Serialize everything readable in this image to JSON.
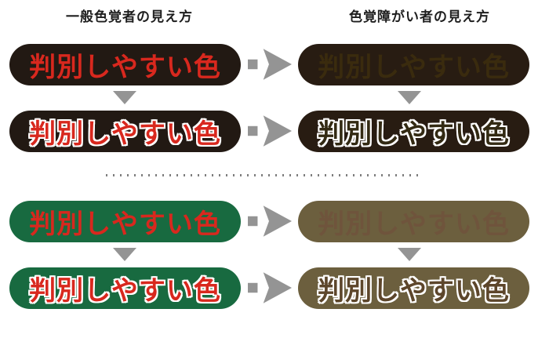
{
  "headers": {
    "general": "一般色覚者の見え方",
    "cvd": "色覚障がい者の見え方"
  },
  "badge_label": "判別しやすい色",
  "palette": {
    "dark_pill": "#221913",
    "green_pill": "#186a40",
    "olive_pill": "#6c5f3e",
    "red_text": "#d8281e",
    "outline": "#ffffff",
    "arrow": "#949494",
    "divider_dots": "#7e7e7e",
    "header_text": "#1e1e1e"
  },
  "rows": [
    {
      "name": "red-on-black-plain",
      "left": {
        "label": "判別しやすい色",
        "bg": "#221913",
        "text": "#d8281e",
        "outlined": false
      },
      "right": {
        "label": "判別しやすい色",
        "bg": "#281c12",
        "text": "#3a2b0e",
        "outlined": false
      }
    },
    {
      "name": "red-on-black-outlined",
      "left": {
        "label": "判別しやすい色",
        "bg": "#221913",
        "text": "#d8281e",
        "outlined": true
      },
      "right": {
        "label": "判別しやすい色",
        "bg": "#281c12",
        "text": "#332a13",
        "outlined": true
      }
    },
    {
      "name": "red-on-green-plain",
      "left": {
        "label": "判別しやすい色",
        "bg": "#186a40",
        "text": "#d8281e",
        "outlined": false
      },
      "right": {
        "label": "判別しやすい色",
        "bg": "#6c5f3e",
        "text": "#6f543c",
        "outlined": false
      }
    },
    {
      "name": "red-on-green-outlined",
      "left": {
        "label": "判別しやすい色",
        "bg": "#186a40",
        "text": "#d8281e",
        "outlined": true
      },
      "right": {
        "label": "判別しやすい色",
        "bg": "#6c5f3e",
        "text": "#5d462b",
        "outlined": true
      }
    }
  ]
}
